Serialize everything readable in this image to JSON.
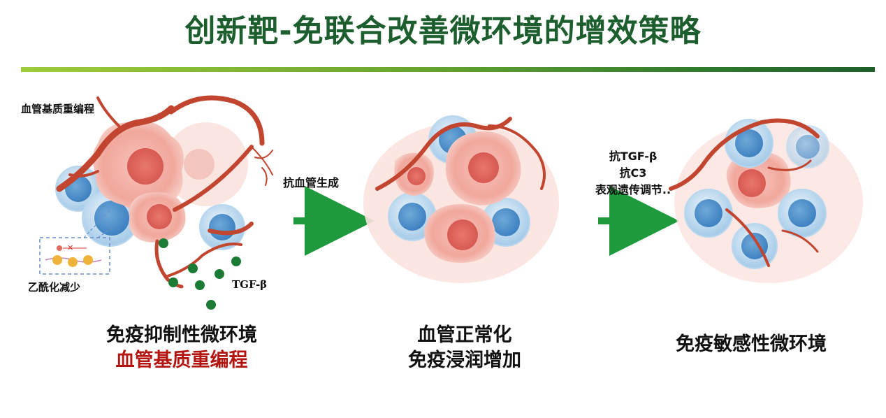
{
  "title": "创新靶-免联合改善微环境的增效策略",
  "left_panel": {
    "top_label": "血管基质重编程",
    "inset_label": "乙酰化减少",
    "tgf_label": "TGF-β",
    "caption_line1": "免疫抑制性微环境",
    "caption_line2": "血管基质重编程"
  },
  "arrow1": {
    "label": "抗血管生成"
  },
  "middle_panel": {
    "caption_line1": "血管正常化",
    "caption_line2": "免疫浸润增加"
  },
  "arrow2": {
    "line1": "抗TGF-β",
    "line2": "抗C3",
    "line3": "表观遗传调节.."
  },
  "right_panel": {
    "caption_line1": "免疫敏感性微环境"
  },
  "colors": {
    "title": "#1d5e2e",
    "arrow": "#1e9a3c",
    "vessel": "#c2452f",
    "tumor": "#f2aaa0",
    "immune": "#7fb7e0",
    "highlight_red": "#b3140f",
    "tgf_dot": "#1b7a34"
  }
}
